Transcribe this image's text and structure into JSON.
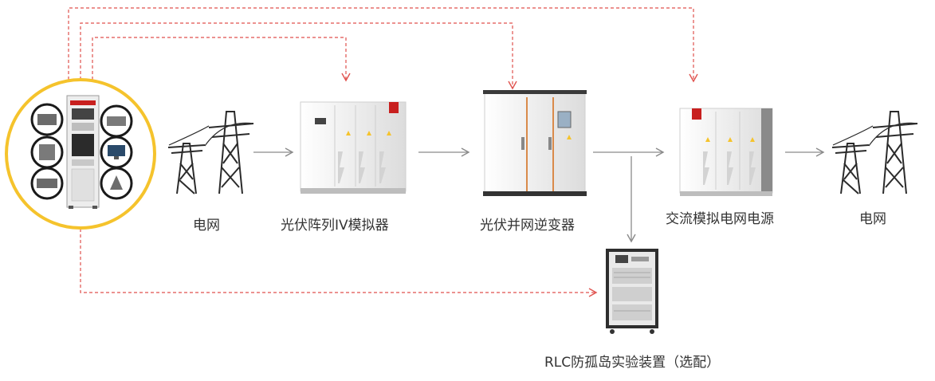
{
  "labels": {
    "grid_left": "电网",
    "pv_simulator": "光伏阵列IV模拟器",
    "pv_inverter": "光伏并网逆变器",
    "ac_grid_source": "交流模拟电网电源",
    "grid_right": "电网",
    "rlc_device": "RLC防孤岛实验装置（选配）"
  },
  "colors": {
    "accent_ring": "#F5C32C",
    "control_dashed": "#E0524E",
    "solid_arrow": "#8A8A8A",
    "brand_red": "#C8201F",
    "cabinet_white": "#F2F2F2",
    "cabinet_gray": "#D6D6D6",
    "tower_dark": "#2B2B2B"
  },
  "icons": {
    "test_rack": "test-rack-icon",
    "tower": "power-tower-icon"
  }
}
